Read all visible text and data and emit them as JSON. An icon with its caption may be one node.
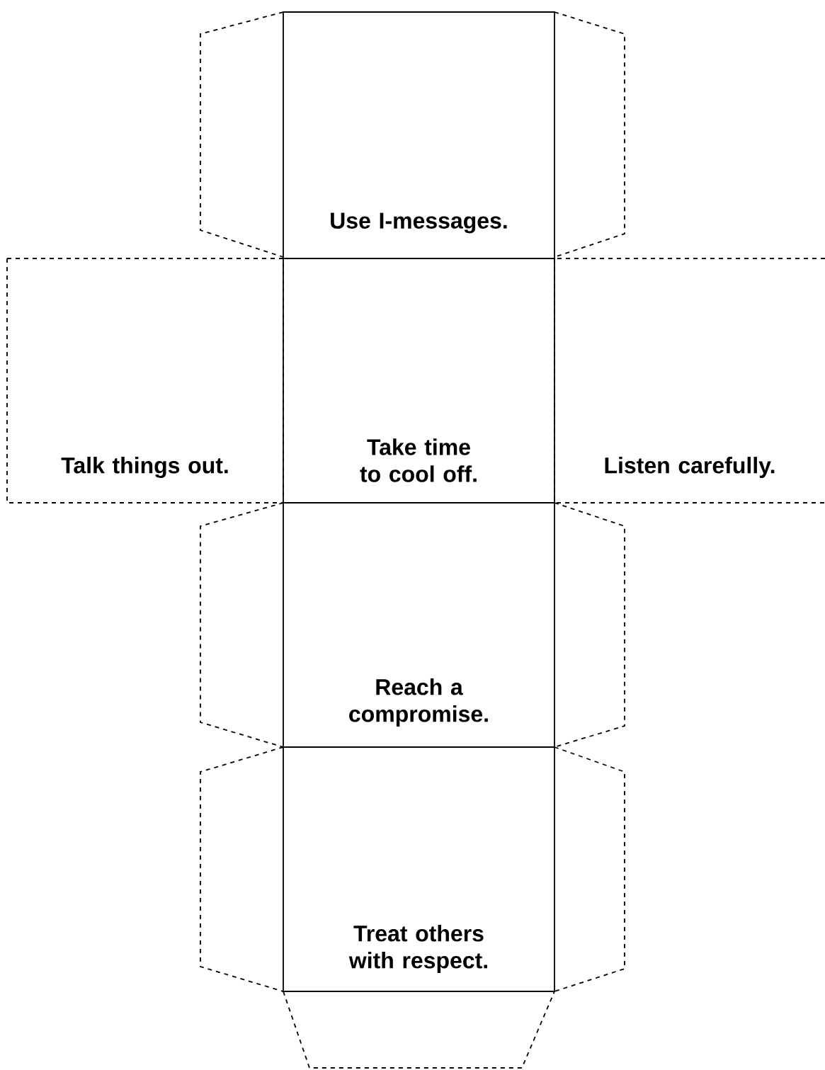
{
  "diagram": {
    "nodes": [
      {
        "text": [
          "Use I-messages."
        ]
      },
      {
        "text": [
          "Talk things out."
        ]
      },
      {
        "text": [
          "Take time to cool off."
        ]
      },
      {
        "text": [
          "Listen carefully."
        ]
      },
      {
        "text": [
          "Reach a compromise."
        ]
      },
      {
        "text": [
          "Treat others with respect."
        ]
      }
    ]
  }
}
